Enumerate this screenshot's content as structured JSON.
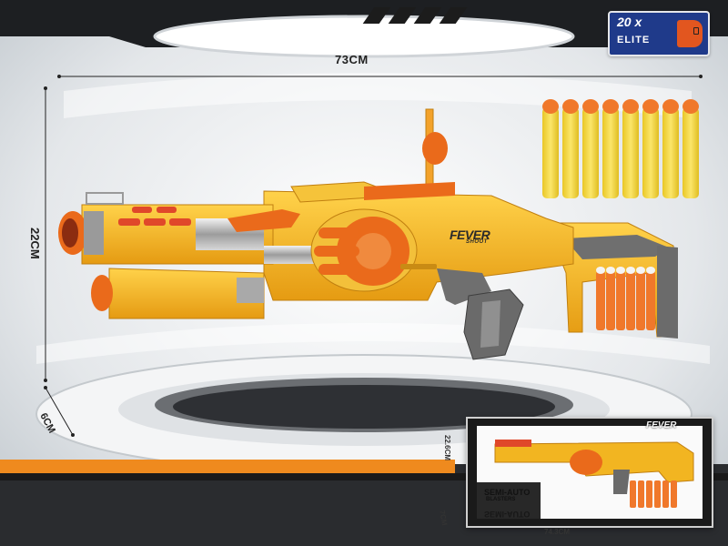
{
  "dimensions": {
    "length": "73CM",
    "height": "22CM",
    "depth": "6CM"
  },
  "badge": {
    "count": "20 x",
    "label": "ELITE"
  },
  "blaster": {
    "logo": "FEVER",
    "logo_sub": "SHOOT",
    "dart_count_shown": 8
  },
  "package": {
    "logo": "FEVER",
    "title": "SEMI-AUTO",
    "subtitle": "BLASTERS",
    "height": "22.6CM",
    "depth": "7CM",
    "width": "74.3CM"
  },
  "colors": {
    "body": "#f2b521",
    "accent": "#ea6a1b",
    "trim": "#8d8d8d",
    "dart": "#f4dc3f",
    "dart_tip": "#f0782b",
    "floor_band": "#ef8a1e"
  }
}
